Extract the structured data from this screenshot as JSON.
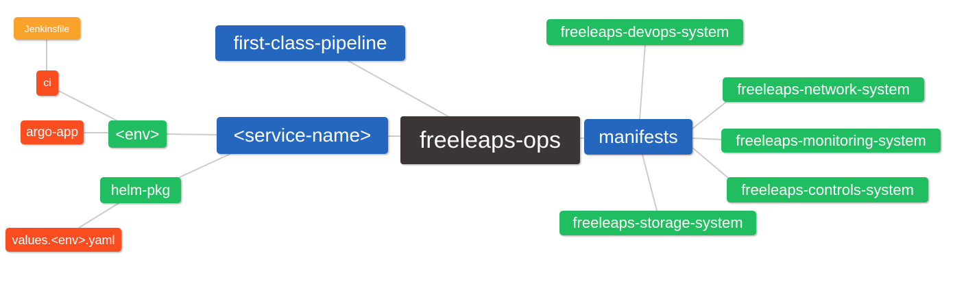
{
  "diagram": {
    "type": "mindmap",
    "root_label": "freeleaps-ops",
    "colors": {
      "blue": "#2567BE",
      "green": "#21BE61",
      "orange": "#FAA32B",
      "red": "#FA4E20",
      "dark": "#3B3535",
      "edge": "#CCCCCC",
      "text": "#FFFFFF",
      "background": "#FFFFFF"
    },
    "nodes": [
      {
        "id": "jenkinsfile",
        "label": "Jenkinsfile",
        "color": "orange"
      },
      {
        "id": "ci",
        "label": "ci",
        "color": "red"
      },
      {
        "id": "argo-app",
        "label": "argo-app",
        "color": "red"
      },
      {
        "id": "env",
        "label": "<env>",
        "color": "green"
      },
      {
        "id": "helm-pkg",
        "label": "helm-pkg",
        "color": "green"
      },
      {
        "id": "values-env-yaml",
        "label": "values.<env>.yaml",
        "color": "red"
      },
      {
        "id": "first-class-pipeline",
        "label": "first-class-pipeline",
        "color": "blue"
      },
      {
        "id": "service-name",
        "label": "<service-name>",
        "color": "blue"
      },
      {
        "id": "freeleaps-ops",
        "label": "freeleaps-ops",
        "color": "dark"
      },
      {
        "id": "manifests",
        "label": "manifests",
        "color": "blue"
      },
      {
        "id": "freeleaps-devops-system",
        "label": "freeleaps-devops-system",
        "color": "green"
      },
      {
        "id": "freeleaps-network-system",
        "label": "freeleaps-network-system",
        "color": "green"
      },
      {
        "id": "freeleaps-monitoring-system",
        "label": "freeleaps-monitoring-system",
        "color": "green"
      },
      {
        "id": "freeleaps-controls-system",
        "label": "freeleaps-controls-system",
        "color": "green"
      },
      {
        "id": "freeleaps-storage-system",
        "label": "freeleaps-storage-system",
        "color": "green"
      }
    ],
    "edges": [
      {
        "from": "jenkinsfile",
        "to": "ci"
      },
      {
        "from": "ci",
        "to": "env"
      },
      {
        "from": "argo-app",
        "to": "env"
      },
      {
        "from": "env",
        "to": "service-name"
      },
      {
        "from": "helm-pkg",
        "to": "service-name"
      },
      {
        "from": "values-env-yaml",
        "to": "helm-pkg"
      },
      {
        "from": "first-class-pipeline",
        "to": "freeleaps-ops"
      },
      {
        "from": "service-name",
        "to": "freeleaps-ops"
      },
      {
        "from": "freeleaps-ops",
        "to": "manifests"
      },
      {
        "from": "manifests",
        "to": "freeleaps-devops-system"
      },
      {
        "from": "manifests",
        "to": "freeleaps-network-system"
      },
      {
        "from": "manifests",
        "to": "freeleaps-monitoring-system"
      },
      {
        "from": "manifests",
        "to": "freeleaps-controls-system"
      },
      {
        "from": "manifests",
        "to": "freeleaps-storage-system"
      }
    ]
  }
}
